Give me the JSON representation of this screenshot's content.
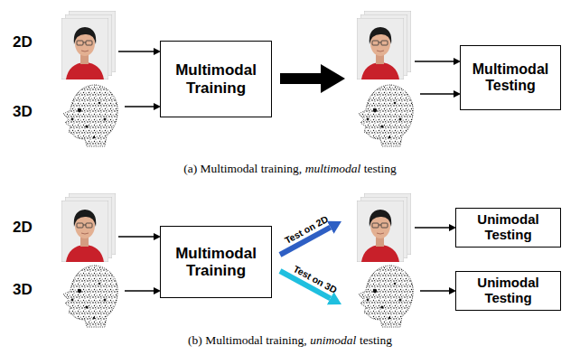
{
  "diagram": {
    "nodes": [
      {
        "text": [
          "Multimodal Training"
        ]
      },
      {
        "text": [
          "Multimodal Testing"
        ]
      },
      {
        "text": [
          "Multimodal Training"
        ]
      },
      {
        "text": [
          "Unimodal Testing"
        ]
      },
      {
        "text": [
          "Unimodal Testing"
        ]
      }
    ],
    "labels": [
      "2D",
      "3D",
      "(a) Multimodal training,",
      "multimodal",
      "testing",
      "2D",
      "3D",
      "Test on 2D",
      "Test on 3D",
      "(b) Multimodal training,",
      "unimodal",
      "testing"
    ]
  }
}
